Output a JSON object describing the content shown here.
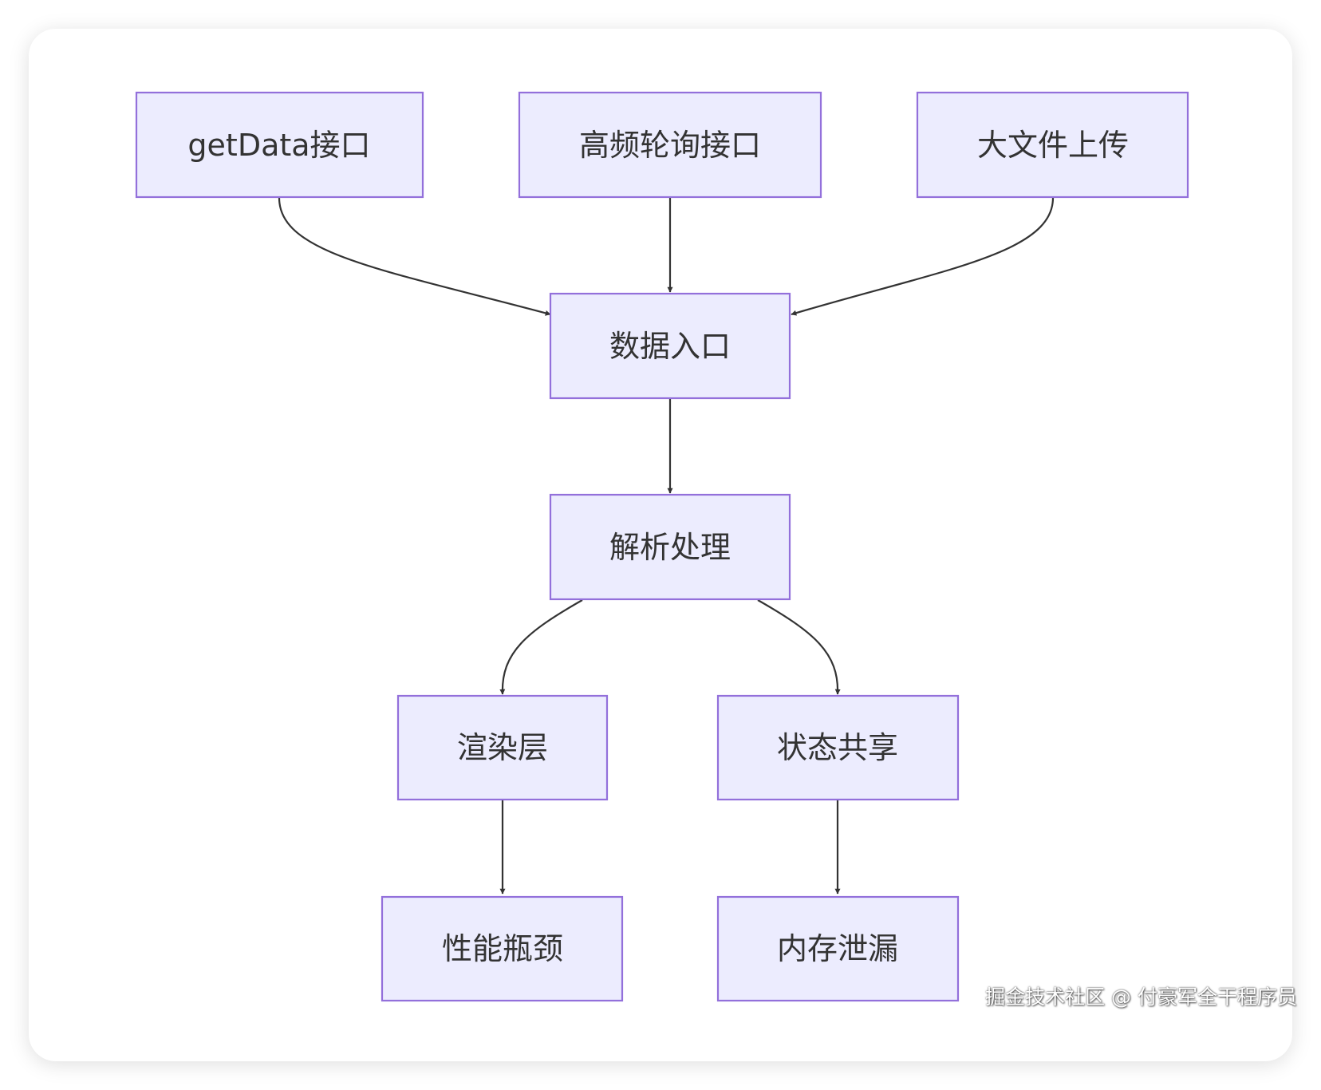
{
  "diagram": {
    "nodes": {
      "getdata": "getData接口",
      "polling": "高频轮询接口",
      "upload": "大文件上传",
      "entry": "数据入口",
      "parse": "解析处理",
      "render": "渲染层",
      "state": "状态共享",
      "perf": "性能瓶颈",
      "leak": "内存泄漏"
    },
    "edges": [
      [
        "getdata",
        "entry"
      ],
      [
        "polling",
        "entry"
      ],
      [
        "upload",
        "entry"
      ],
      [
        "entry",
        "parse"
      ],
      [
        "parse",
        "render"
      ],
      [
        "parse",
        "state"
      ],
      [
        "render",
        "perf"
      ],
      [
        "state",
        "leak"
      ]
    ]
  },
  "watermark": "掘金技术社区 @ 付豪军全干程序员",
  "colors": {
    "node_fill": "#ececfe",
    "node_stroke": "#9370db",
    "edge": "#333333"
  }
}
